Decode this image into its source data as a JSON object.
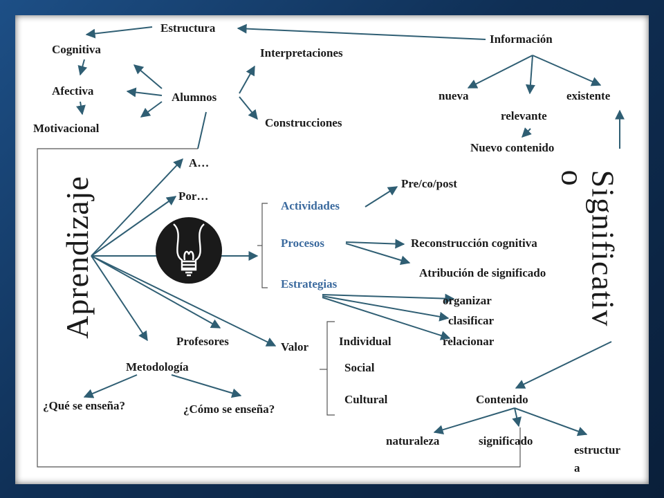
{
  "colors": {
    "frame": "#14406e",
    "arrow": "#2f5e73",
    "accent_text": "#3b6a9e"
  },
  "icon": "lightbulb-icon",
  "labels": {
    "estructura": "Estructura",
    "informacion": "Información",
    "cognitiva": "Cognitiva",
    "interpretaciones": "Interpretaciones",
    "afectiva": "Afectiva",
    "alumnos": "Alumnos",
    "nueva": "nueva",
    "existente": "existente",
    "relevante": "relevante",
    "motivacional": "Motivacional",
    "construcciones": "Construcciones",
    "nuevo_contenido": "Nuevo contenido",
    "a": "A…",
    "por": "Por…",
    "pre_co_post": "Pre/co/post",
    "actividades": "Actividades",
    "procesos": "Procesos",
    "reconstruccion": "Reconstrucción cognitiva",
    "atribucion": "Atribución de significado",
    "estrategias": "Estrategias",
    "organizar": "organizar",
    "clasificar": "clasificar",
    "relacionar": "relacionar",
    "profesores": "Profesores",
    "individual": "Individual",
    "valor": "Valor",
    "metodologia": "Metodología",
    "social": "Social",
    "que_se_ensena": "¿Qué se enseña?",
    "como_se_ensena": "¿Cómo se enseña?",
    "cultural": "Cultural",
    "contenido": "Contenido",
    "naturaleza": "naturaleza",
    "significado": "significado",
    "estructura_lower": "estructur\na",
    "aprendizaje": "Aprendizaje",
    "significativo": "Significativ\no"
  }
}
